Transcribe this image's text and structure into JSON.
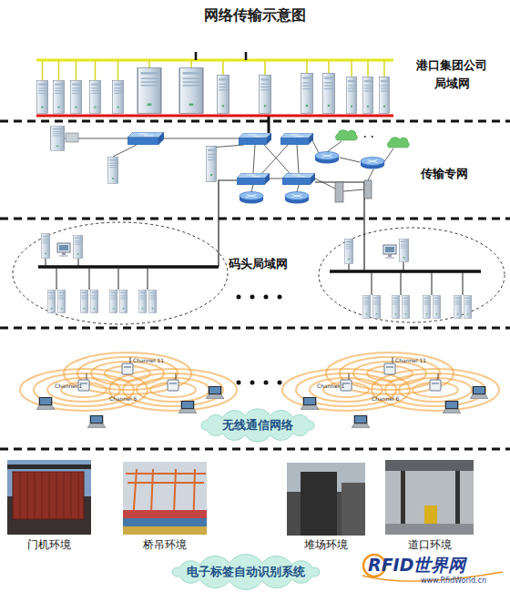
{
  "diagram": {
    "title": "网络传输示意图",
    "nodes": [
      {
        "text": [
          "港口集团公司 局域网"
        ]
      },
      {
        "text": [
          "传输专网"
        ]
      },
      {
        "text": [
          "码头局域网"
        ]
      },
      {
        "text": [
          "无线通信网络"
        ]
      },
      {
        "text": [
          "门机环境"
        ]
      },
      {
        "text": [
          "桥吊环境"
        ]
      },
      {
        "text": [
          "堆场环境"
        ]
      },
      {
        "text": [
          "道口环境"
        ]
      },
      {
        "text": [
          "电子标签自动识别系统"
        ]
      }
    ],
    "edges": [
      {
        "from": 0,
        "to": 1,
        "arrow": "none"
      },
      {
        "from": 1,
        "to": 2,
        "arrow": "none"
      },
      {
        "from": 1,
        "to": 2,
        "arrow": "none"
      }
    ],
    "labels": [
      "Channel 11",
      "Channel 1",
      "Channel 6",
      "Channel 11",
      "Channel 1",
      "Channel 6",
      "RFID世界网",
      "www.RfidWorld.cn"
    ]
  }
}
